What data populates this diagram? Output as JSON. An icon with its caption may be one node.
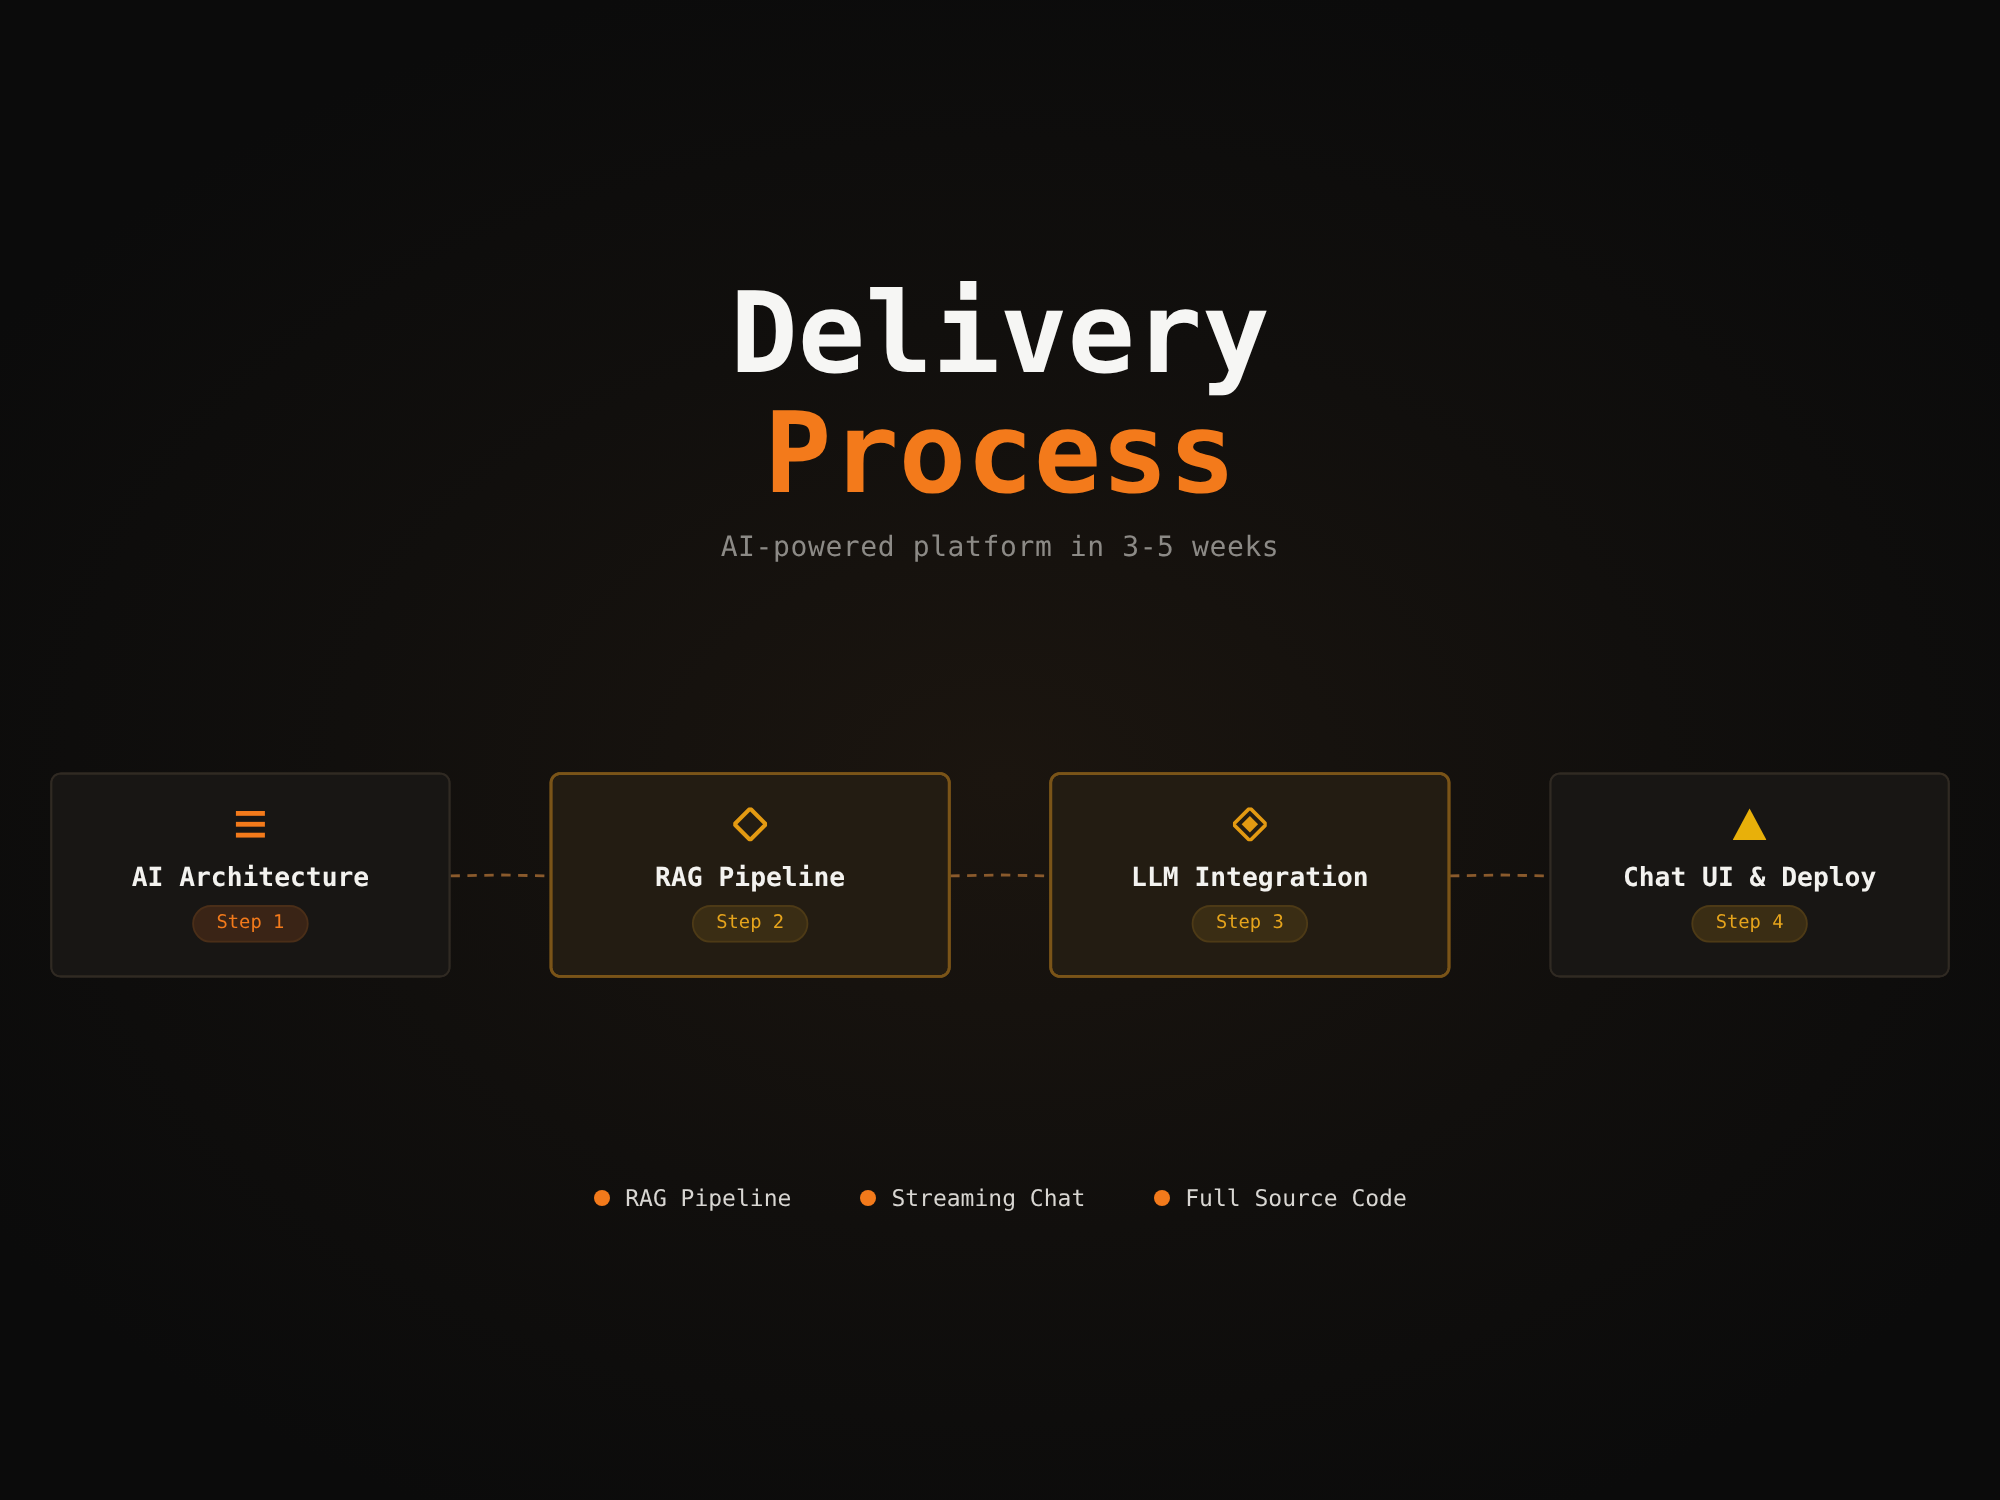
{
  "diagram": {
    "title": "Delivery Process",
    "nodes": [
      {
        "text": [
          "AI Architecture",
          "Step 1"
        ]
      },
      {
        "text": [
          "RAG Pipeline",
          "Step 2"
        ]
      },
      {
        "text": [
          "LLM Integration",
          "Step 3"
        ]
      },
      {
        "text": [
          "Chat UI & Deploy",
          "Step 4"
        ]
      }
    ],
    "edges": [
      {
        "from": 0,
        "to": 1,
        "arrow": "none",
        "style": "dashed"
      },
      {
        "from": 1,
        "to": 2,
        "arrow": "none",
        "style": "dashed"
      },
      {
        "from": 2,
        "to": 3,
        "arrow": "none",
        "style": "dashed"
      }
    ],
    "labels": [
      "AI-powered platform in 3-5 weeks",
      "RAG Pipeline",
      "Streaming Chat",
      "Full Source Code"
    ]
  }
}
